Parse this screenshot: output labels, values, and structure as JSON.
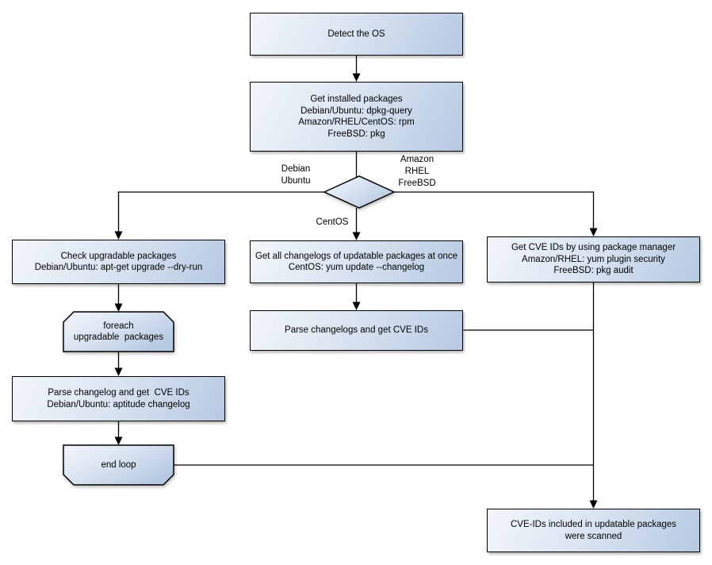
{
  "diagram": {
    "type": "flowchart",
    "colors": {
      "node_fill_light": "#f2f6fb",
      "node_fill_dark": "#b6c9e2",
      "node_border": "#000000",
      "connector": "#000000",
      "background": "#ffffff",
      "text": "#000000"
    },
    "nodes": {
      "detect_os": {
        "shape": "rectangle",
        "text": "Detect the OS"
      },
      "get_installed": {
        "shape": "rectangle",
        "text": "Get installed packages\nDebian/Ubuntu: dpkg-query\nAmazon/RHEL/CentOS: rpm\nFreeBSD: pkg"
      },
      "os_decision": {
        "shape": "diamond",
        "text": ""
      },
      "check_upgradable": {
        "shape": "rectangle",
        "text": "Check upgradable packages\nDebian/Ubuntu: apt-get upgrade --dry-run"
      },
      "get_changelogs": {
        "shape": "rectangle",
        "text": "Get all changelogs of updatable packages at once\nCentOS: yum update --changelog"
      },
      "get_cve_ids": {
        "shape": "rectangle",
        "text": "Get CVE IDs by using package manager\nAmazon/RHEL: yum plugin security\nFreeBSD: pkg audit"
      },
      "foreach_loop": {
        "shape": "loop-start",
        "text": "foreach\nupgradable  packages"
      },
      "parse_changelogs": {
        "shape": "rectangle",
        "text": "Parse changelogs and get CVE IDs"
      },
      "parse_changelog_aptitude": {
        "shape": "rectangle",
        "text": "Parse changelog and get  CVE IDs\nDebian/Ubuntu: aptitude changelog"
      },
      "end_loop": {
        "shape": "loop-end",
        "text": "end loop"
      },
      "cve_scanned": {
        "shape": "rectangle",
        "text": "CVE-IDs included in updatable packages\nwere scanned"
      }
    },
    "edge_labels": {
      "left": {
        "text": "Debian\nUbuntu"
      },
      "right": {
        "text": "Amazon\nRHEL\nFreeBSD"
      },
      "down": {
        "text": "CentOS"
      }
    }
  }
}
